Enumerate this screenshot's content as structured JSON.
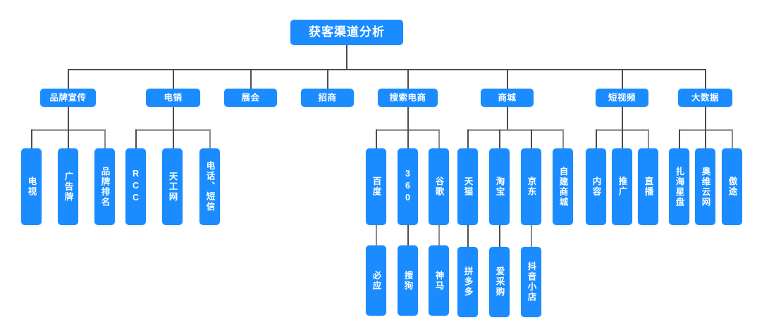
{
  "diagram": {
    "title": "获客渠道分析",
    "type": "organization-tree",
    "colors": {
      "node_fill": "#1a8cff",
      "node_text": "#ffffff",
      "connector_dark": "#4d4d4d",
      "connector_light": "#8c8c8c",
      "background": "#ffffff"
    },
    "root": {
      "label": "获客渠道分析"
    },
    "branches": [
      {
        "label": "品牌宣传",
        "children": [
          {
            "label": "电视",
            "children": []
          },
          {
            "label": "广告牌",
            "children": []
          },
          {
            "label": "品牌排名",
            "children": []
          }
        ]
      },
      {
        "label": "电销",
        "children": [
          {
            "label": "RCC",
            "children": []
          },
          {
            "label": "天工网",
            "children": []
          },
          {
            "label": "电话、短信",
            "children": []
          }
        ]
      },
      {
        "label": "展会",
        "children": []
      },
      {
        "label": "招商",
        "children": []
      },
      {
        "label": "搜索电商",
        "children": [
          {
            "label": "百度",
            "children": [
              {
                "label": "必应"
              }
            ]
          },
          {
            "label": "360",
            "children": [
              {
                "label": "搜狗"
              }
            ]
          },
          {
            "label": "谷歌",
            "children": [
              {
                "label": "神马"
              }
            ]
          }
        ]
      },
      {
        "label": "商城",
        "children": [
          {
            "label": "天猫",
            "children": [
              {
                "label": "拼多多"
              }
            ]
          },
          {
            "label": "淘宝",
            "children": [
              {
                "label": "爱采购"
              }
            ]
          },
          {
            "label": "京东",
            "children": [
              {
                "label": "抖音小店"
              }
            ]
          },
          {
            "label": "自建商城",
            "children": []
          }
        ]
      },
      {
        "label": "短视频",
        "children": [
          {
            "label": "内容",
            "children": []
          },
          {
            "label": "推广",
            "children": []
          },
          {
            "label": "直播",
            "children": []
          }
        ]
      },
      {
        "label": "大数据",
        "children": [
          {
            "label": "扎海星盘",
            "children": []
          },
          {
            "label": "奥维云网",
            "children": []
          },
          {
            "label": "傲途",
            "children": []
          }
        ]
      }
    ]
  }
}
